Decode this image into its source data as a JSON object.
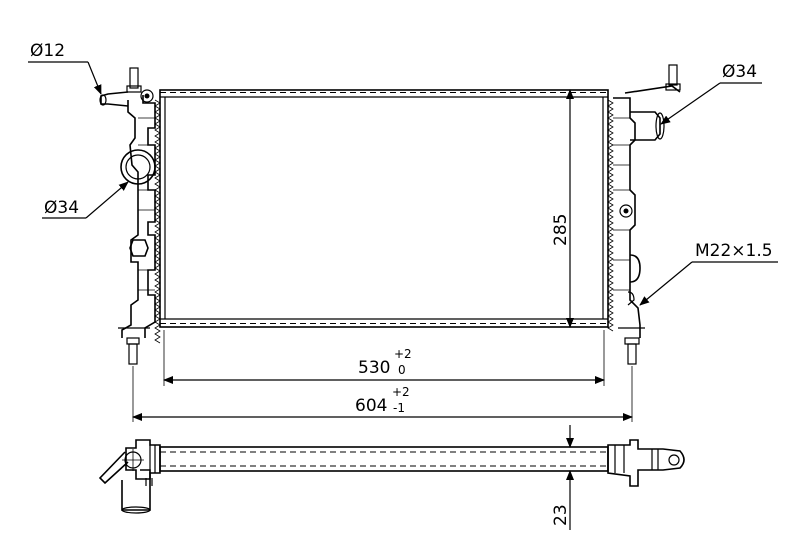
{
  "labels": {
    "inlet_small_diameter": "Ø12",
    "inlet_left_diameter": "Ø34",
    "outlet_right_diameter": "Ø34",
    "thread": "M22×1.5",
    "height": "285",
    "core_width": "530",
    "core_width_tol_upper": "+2",
    "core_width_tol_lower": "0",
    "total_width": "604",
    "total_width_tol_upper": "+2",
    "total_width_tol_lower": "-1",
    "depth": "23"
  }
}
